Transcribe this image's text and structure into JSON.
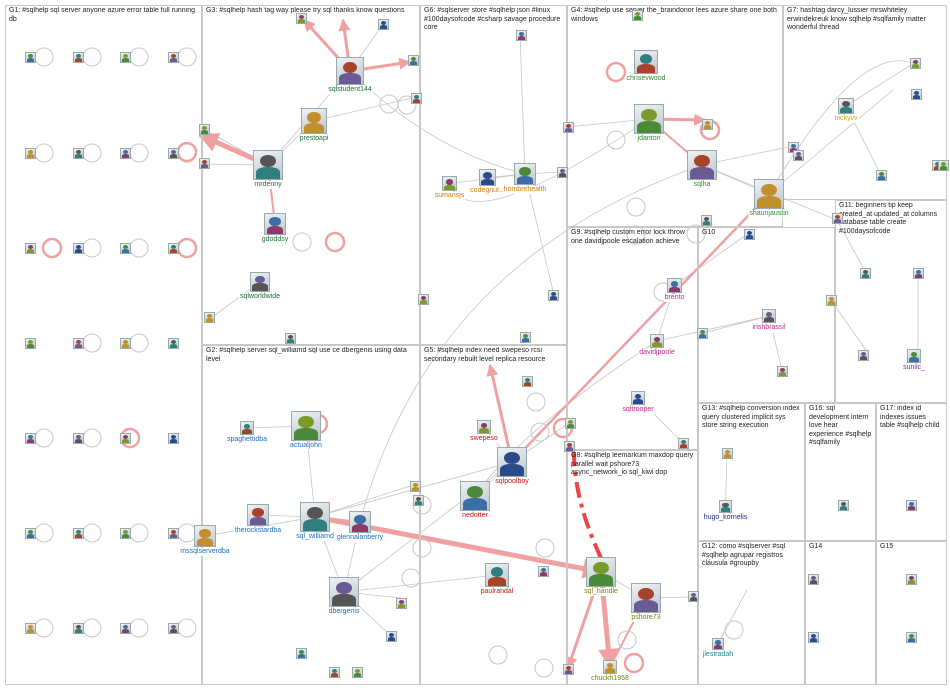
{
  "groups": [
    {
      "id": "G1",
      "title": "G1: #sqlhelp sql server anyone azure error table full running db"
    },
    {
      "id": "G2",
      "title": "G2: #sqlhelp server sql_williamd sql use ce dbergenis using data level"
    },
    {
      "id": "G3",
      "title": "G3: #sqlhelp hash tag way please try sql thanks know questions"
    },
    {
      "id": "G4",
      "title": "G4: #sqlhelp use server the_braindonor lees azure share one both windows"
    },
    {
      "id": "G5",
      "title": "G5: #sqlhelp index need swepeso rcsi secondary rebuilt level replica resource"
    },
    {
      "id": "G6",
      "title": "G6: #sqlserver store #sqlhelp json #linux #100daysofcode #csharp savage procedure core"
    },
    {
      "id": "G7",
      "title": "G7: hashtag darcy_lussier mrswhiteley erwindekreuk know sqlhelp #sqlfamily matter wonderful thread"
    },
    {
      "id": "G8",
      "title": "G8: #sqlhelp leemarkum maxdop query parallel wait pshore73 async_network_io sql_kiwi dop"
    },
    {
      "id": "G9",
      "title": "G9: #sqlhelp custom error lock throw one davidjpoole escalation achieve"
    },
    {
      "id": "G10",
      "title": "G10"
    },
    {
      "id": "G11",
      "title": "G11: beginners tip keep created_at updated_at columns database table create #100daysofcode"
    },
    {
      "id": "G12",
      "title": "G12: cómo #sqlserver #sql #sqlhelp agrupar registros cláusula #groupby"
    },
    {
      "id": "G13",
      "title": "G13: #sqlhelp conversion index query clustered implicit sys store string execution"
    },
    {
      "id": "G14",
      "title": "G14"
    },
    {
      "id": "G15",
      "title": "G15"
    },
    {
      "id": "G16",
      "title": "G16: sql development intern love hear experience #sqlhelp #sqlfamily"
    },
    {
      "id": "G17",
      "title": "G17: index id indexes issues table #sqlhelp child"
    }
  ],
  "labels": {
    "sqlstudent144": "sqlstudent144",
    "prestoapi": "prestoapi",
    "mrdenny": "mrdenny",
    "gdoddsy": "gdoddsy",
    "sqlworldwide": "sqlworldwide",
    "sumansjs": "sumansjs",
    "codegnut": "codegnut...",
    "hombrehealth": "hombrehealth",
    "chrisevwood": "chrisevwood",
    "jdanton": "jdanton",
    "sqlha": "sqlha",
    "shaunjaustin": "shaunjaustin",
    "nickyvv": "nickyvv",
    "brento": "brento",
    "irishbrassil": "irishbrassil",
    "davidjpoole": "davidjpoole",
    "sqltrooper": "sqltrooper",
    "sunilc": "sunilc_",
    "spaghettidba": "spaghettidba",
    "actualjohn": "actualjohn",
    "therockstardba": "therockstardba",
    "mssqlserverdba": "mssqlserverdba",
    "sql_williamd": "sql_williamd",
    "glennalanberry": "glennalanberry",
    "dbergenis": "dbergenis",
    "swepeso": "swepeso",
    "sqlpoolboy": "sqlpoolboy",
    "nedotter": "nedotter",
    "paulrandal": "paulrandal",
    "sql_handle": "sql_handle",
    "pshore73": "pshore73",
    "chuckh1958": "chuckh1958",
    "hugo_kornelis": "hugo_kornelis",
    "jlestradah": "jlestradah"
  },
  "colors": {
    "edge": "#c6c6c6",
    "edge_heavy": "#f0a0a0",
    "edge_red": "#ee4444",
    "panel_border": "#c8c8c8",
    "label_dark_green": "#1f6e3a",
    "label_orange": "#d97a00",
    "label_green": "#2e8b2e",
    "label_yellow": "#c8a800",
    "label_magenta": "#cc2288",
    "label_blue": "#1a6fc4",
    "label_red": "#cc1111",
    "label_olive": "#6a8a00",
    "label_navy": "#1a2a80",
    "label_teal": "#1a8a8a",
    "label_purple": "#7a2a9a"
  }
}
